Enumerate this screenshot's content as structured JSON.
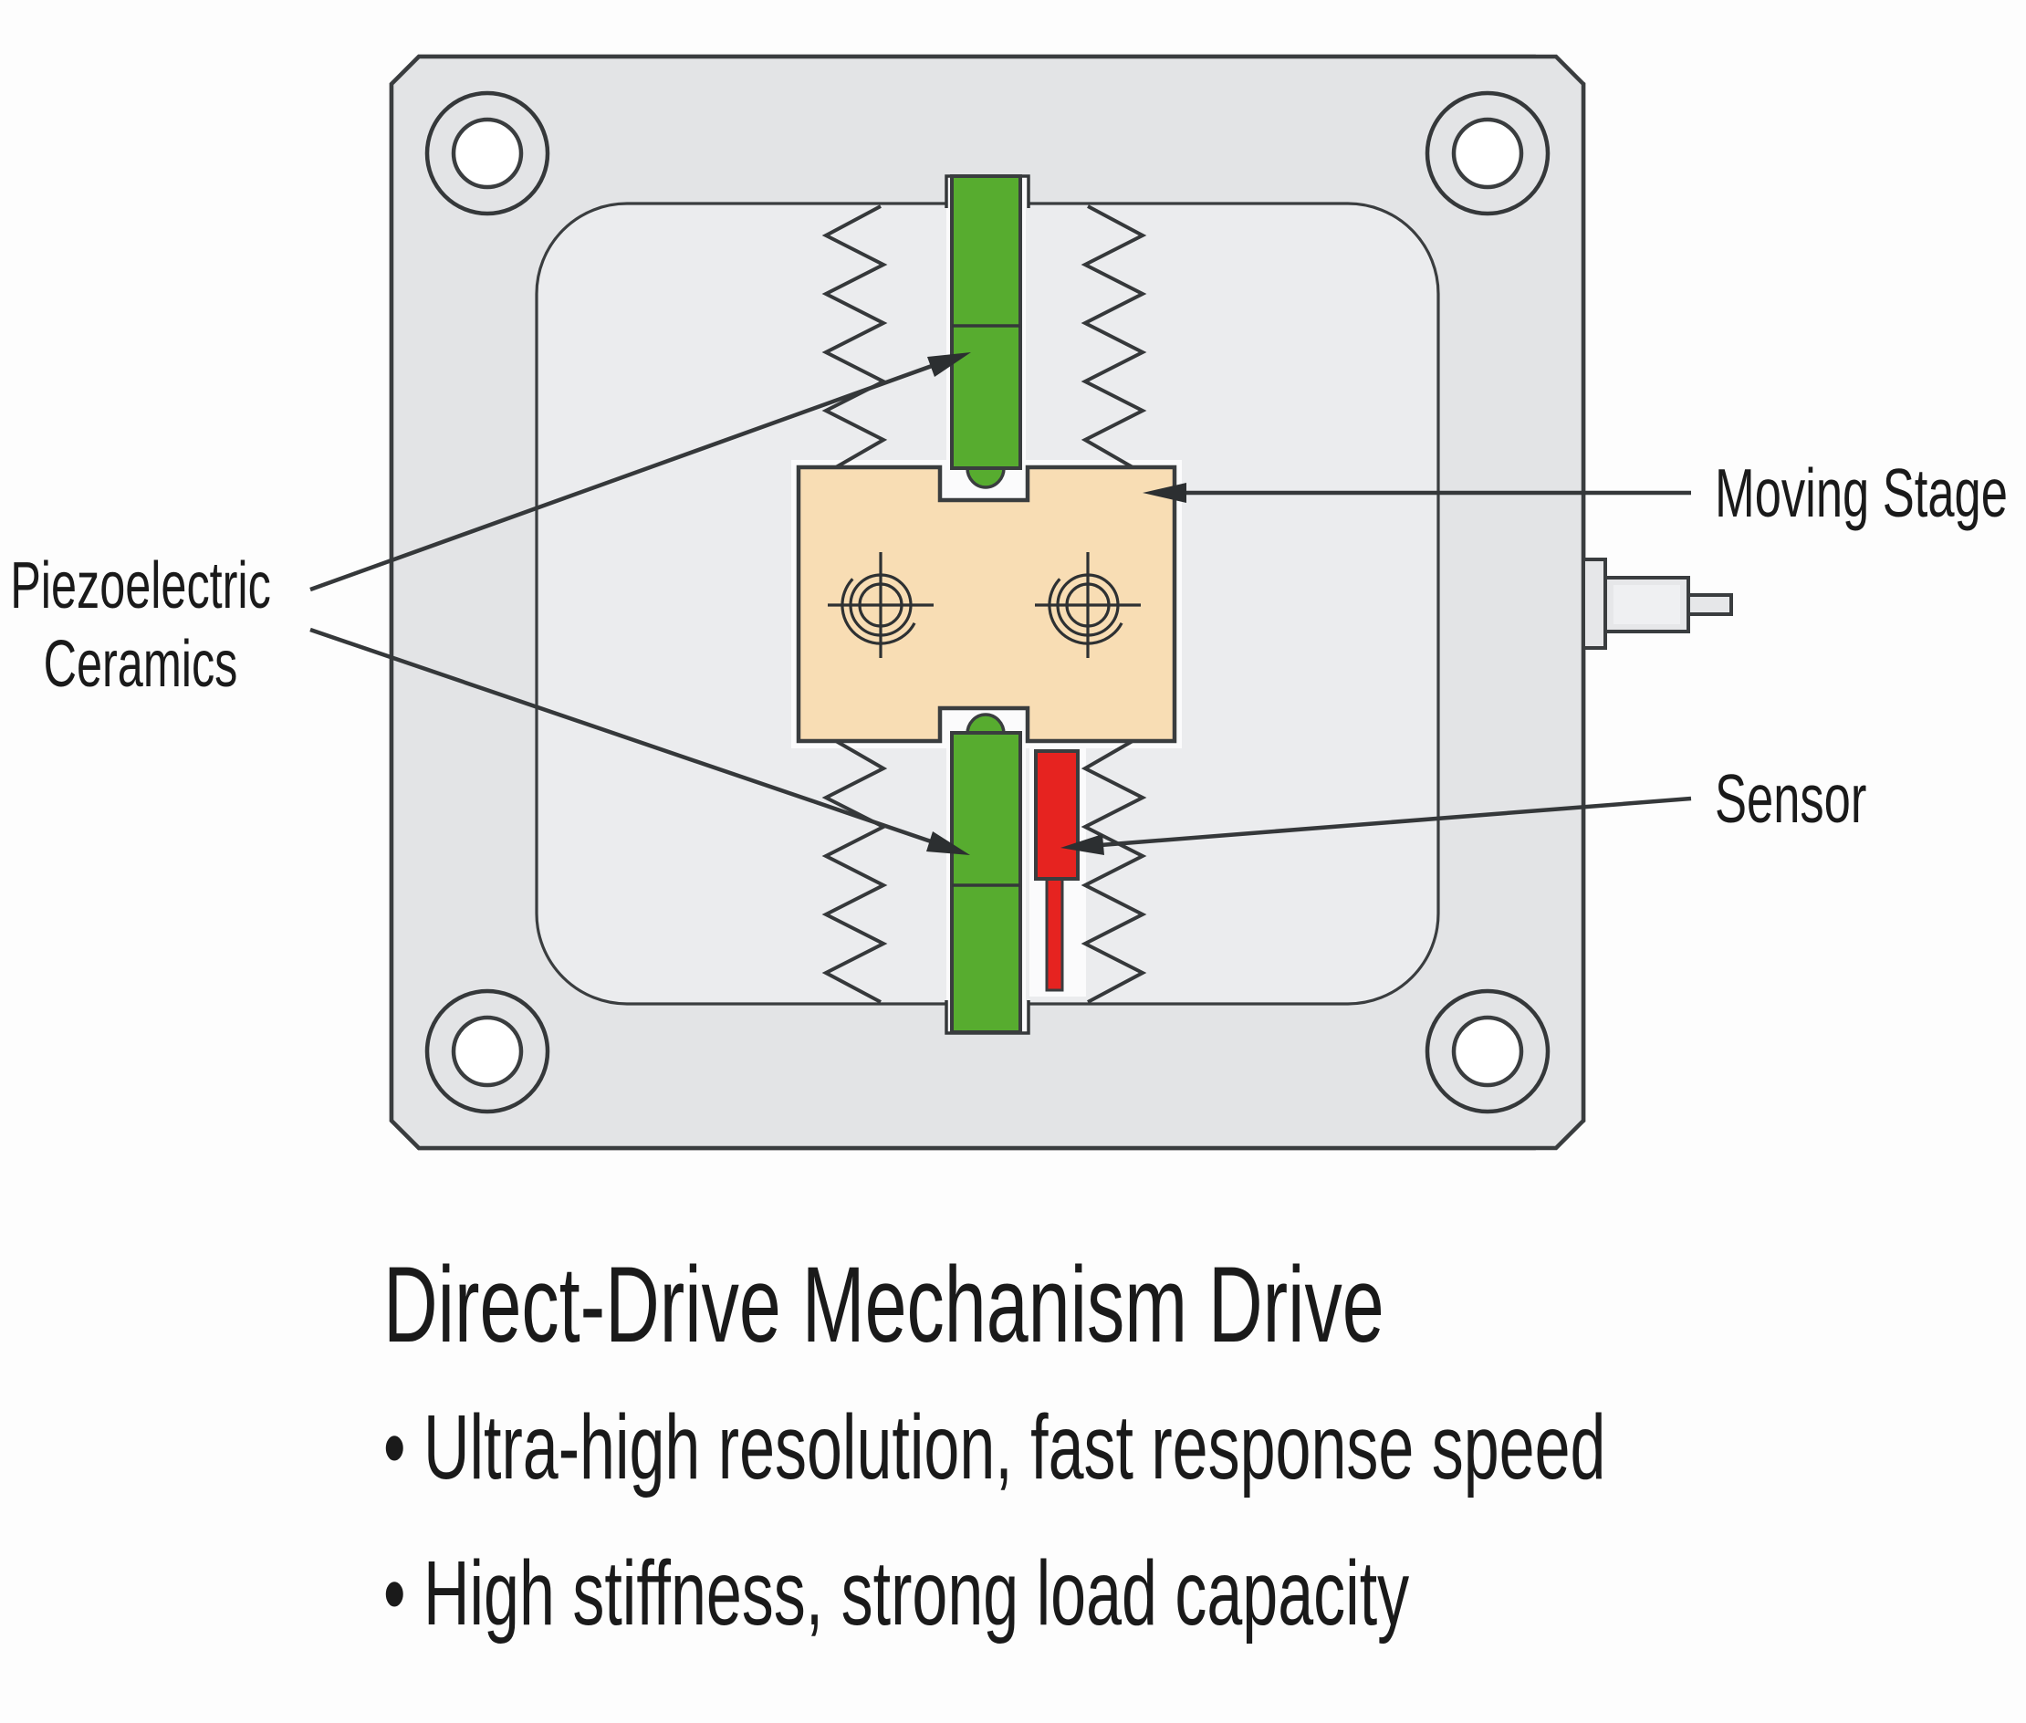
{
  "figure": {
    "labels": {
      "piezo_line1": "Piezoelectric",
      "piezo_line2": "Ceramics",
      "moving_stage": "Moving Stage",
      "sensor": "Sensor"
    },
    "colors": {
      "plate_gray": "#e3e4e6",
      "pocket_gray": "#ebecee",
      "piezo_green": "#57ac2f",
      "stage_tan": "#f8ddb4",
      "sensor_red": "#e62320",
      "outline_dark": "#3a3d3f",
      "text": "#1a1a1a"
    }
  },
  "caption": {
    "title": "Direct-Drive Mechanism Drive",
    "bullets": [
      "• Ultra-high resolution, fast response speed",
      "• High stiffness, strong load capacity"
    ]
  }
}
